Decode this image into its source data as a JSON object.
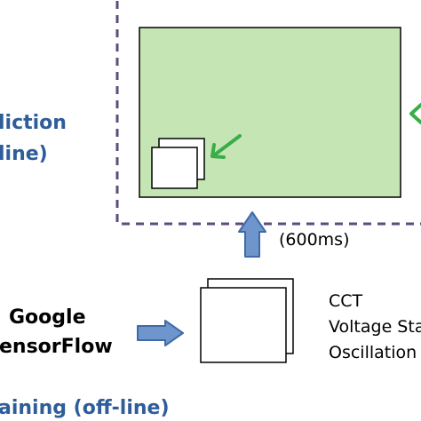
{
  "prediction_label_line1": "liction",
  "prediction_label_line2": "line)",
  "interval_label": "(600ms)",
  "engine_label_line1": "Google",
  "engine_label_line2": "ensorFlow",
  "training_label": "aining (off-line)",
  "features": [
    "CCT",
    "Voltage Sta",
    "Oscillation"
  ],
  "colors": {
    "green_fill": "#c5e6b4",
    "green_arrow": "#3aad48",
    "blue_arrow_fill": "#6f96cc",
    "blue_arrow_stroke": "#3f6aa6",
    "dashed_border": "#5f4b7c",
    "label_blue": "#2e5d9a"
  }
}
